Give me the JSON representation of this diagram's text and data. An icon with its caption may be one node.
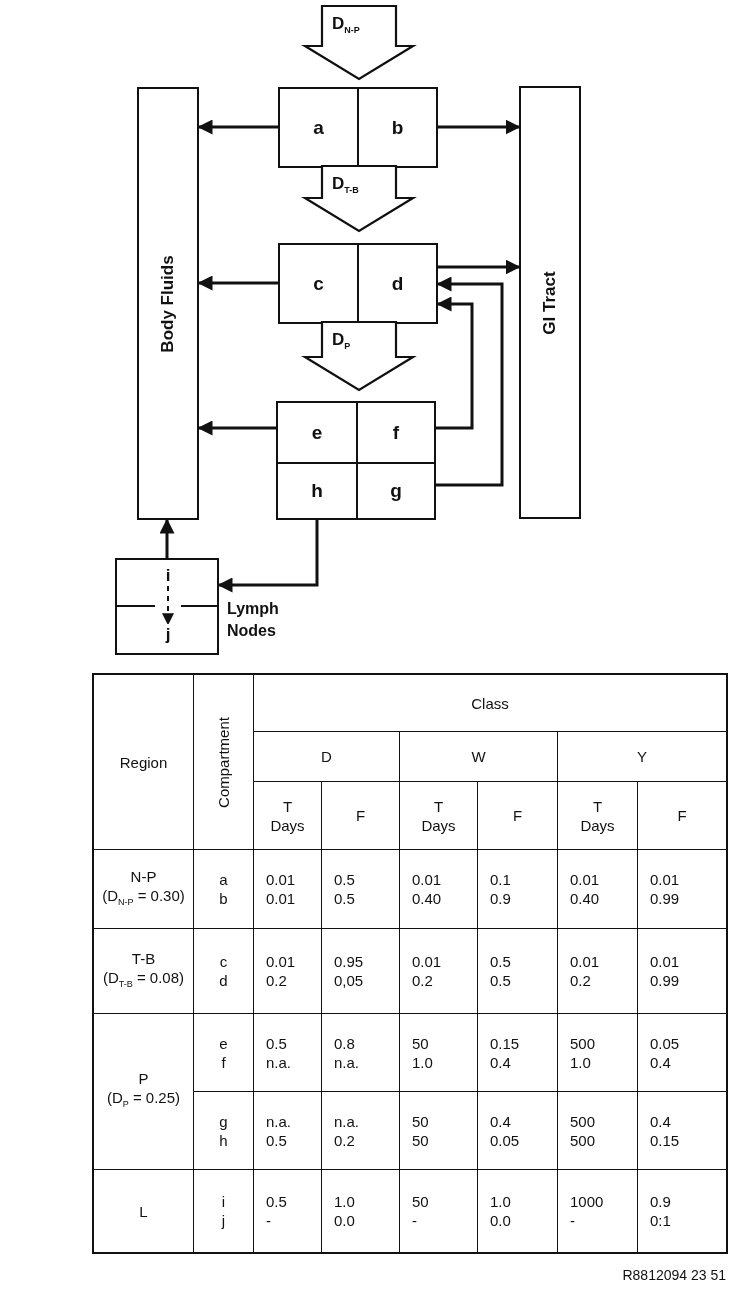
{
  "diagram": {
    "nodes": [
      {
        "text": [
          "D$_{N-P}$"
        ]
      },
      {
        "text": [
          "Body Fluids"
        ]
      },
      {
        "text": [
          "a"
        ]
      },
      {
        "text": [
          "b"
        ]
      },
      {
        "text": [
          "GI Tract"
        ]
      },
      {
        "text": [
          "D$_{T-B}$"
        ]
      },
      {
        "text": [
          "c"
        ]
      },
      {
        "text": [
          "d"
        ]
      },
      {
        "text": [
          "D$_{P}$"
        ]
      },
      {
        "text": [
          "e"
        ]
      },
      {
        "text": [
          "f"
        ]
      },
      {
        "text": [
          "h"
        ]
      },
      {
        "text": [
          "g"
        ]
      },
      {
        "text": [],
        "shape": "box",
        "beside": [
          "Lymph Nodes"
        ]
      },
      {
        "text": [
          "i"
        ],
        "in": 13
      },
      {
        "text": [
          "j"
        ],
        "in": 13
      }
    ],
    "edges": [
      {
        "from": 2,
        "to": 1,
        "arrow": "to"
      },
      {
        "from": 3,
        "to": 4,
        "arrow": "to"
      },
      {
        "from": 6,
        "to": 1,
        "arrow": "to"
      },
      {
        "from": 7,
        "to": 4,
        "arrow": "to"
      },
      {
        "from": 10,
        "to": 7,
        "arrow": "to"
      },
      {
        "from": 12,
        "to": 7,
        "arrow": "to"
      },
      {
        "from": 9,
        "to": 1,
        "arrow": "to"
      },
      {
        "from": 11,
        "to": 13,
        "arrow": "to"
      },
      {
        "from": 13,
        "to": 1,
        "arrow": "to"
      },
      {
        "from": 14,
        "to": 15,
        "arrow": "to",
        "style": "dashed"
      }
    ],
    "labels": [
      "Region",
      "Compartment",
      "Class",
      "D",
      "W",
      "Y",
      "T Days",
      "F",
      "T Days",
      "F",
      "T Days",
      "F",
      "N-P",
      "(D$_{N-P}$ = 0.30)",
      "a",
      "0.01",
      "0.5",
      "0.01",
      "0.1",
      "0.01",
      "0.01",
      "b",
      "0.01",
      "0.5",
      "0.40",
      "0.9",
      "0.40",
      "0.99",
      "T-B",
      "(D$_{T-B}$ = 0.08)",
      "c",
      "0.01",
      "0.95",
      "0.01",
      "0.5",
      "0.01",
      "0.01",
      "d",
      "0.2",
      "0,05",
      "0.2",
      "0.5",
      "0.2",
      "0.99",
      "P",
      "(D$_{P}$ = 0.25)",
      "e",
      "0.5",
      "0.8",
      "50",
      "0.15",
      "500",
      "0.05",
      "f",
      "n.a.",
      "n.a.",
      "1.0",
      "0.4",
      "1.0",
      "0.4",
      "g",
      "n.a.",
      "n.a.",
      "50",
      "0.4",
      "500",
      "0.4",
      "h",
      "0.5",
      "0.2",
      "50",
      "0.05",
      "500",
      "0.15",
      "L",
      "i",
      "0.5",
      "1.0",
      "50",
      "1.0",
      "1000",
      "0.9",
      "j",
      "-",
      "0.0",
      "-",
      "0.0",
      "-",
      "0:1",
      "R8812094 23 51"
    ]
  }
}
